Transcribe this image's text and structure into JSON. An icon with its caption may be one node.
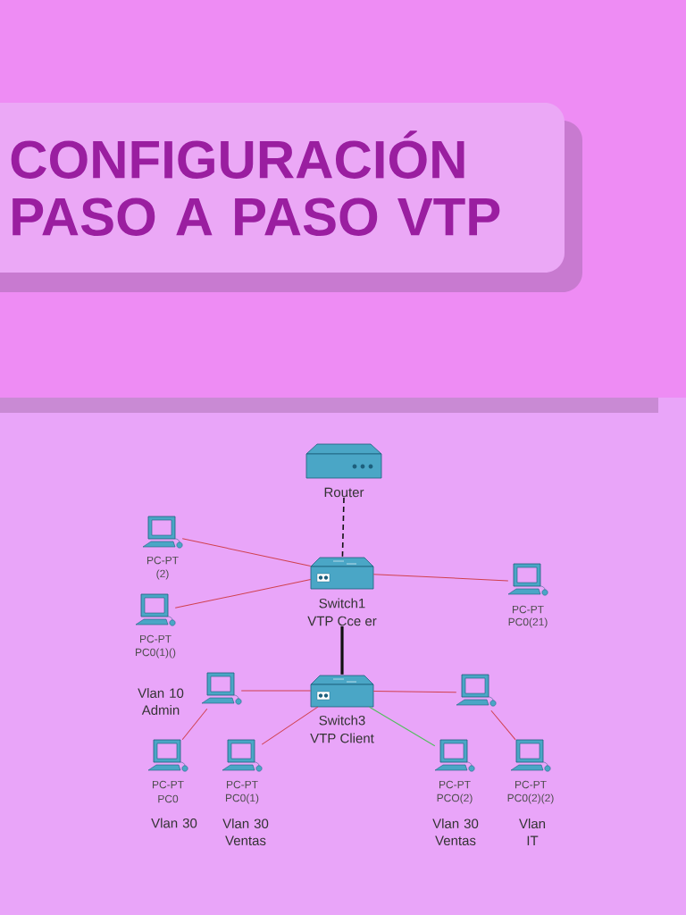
{
  "diagram": {
    "title": "CONFIGURACIÓN PASO A PASO VTP",
    "nodes": [
      {
        "text": [
          "Router"
        ]
      },
      {
        "text": [
          "PC-PT",
          "(2)"
        ]
      },
      {
        "text": [
          "Switch1",
          "VTP Cce er"
        ]
      },
      {
        "text": [
          "PC-PT",
          "PC0(21)"
        ]
      },
      {
        "text": [
          "PC-PT",
          "PC0(1)()"
        ]
      },
      {
        "text": [],
        "shape": "computer",
        "beside": [
          "Vlan 10 Admin"
        ]
      },
      {
        "text": [
          "Switch3",
          "VTP Client"
        ]
      },
      {
        "text": [],
        "shape": "computer"
      },
      {
        "text": [
          "PC-PT",
          "PC0"
        ],
        "beside": [
          "Vlan 30"
        ]
      },
      {
        "text": [
          "PC-PT",
          "PC0(1)"
        ],
        "beside": [
          "Vlan 30 Ventas"
        ]
      },
      {
        "text": [
          "PC-PT",
          "PCO(2)"
        ],
        "beside": [
          "Vlan 30 Ventas"
        ]
      },
      {
        "text": [
          "PC-PT",
          "PC0(2)(2)"
        ],
        "beside": [
          "Vlan IT"
        ]
      }
    ],
    "edges": [
      {
        "from": 0,
        "to": 2,
        "arrow": "none",
        "style": "dashed",
        "color": "#111111"
      },
      {
        "from": 1,
        "to": 2,
        "arrow": "none"
      },
      {
        "from": 4,
        "to": 2,
        "arrow": "none"
      },
      {
        "from": 2,
        "to": 3,
        "arrow": "none"
      },
      {
        "from": 2,
        "to": 6,
        "arrow": "none",
        "style": "thick",
        "color": "#111111"
      },
      {
        "from": 5,
        "to": 6,
        "arrow": "none"
      },
      {
        "from": 5,
        "to": 8,
        "arrow": "none"
      },
      {
        "from": 6,
        "to": 9,
        "arrow": "none"
      },
      {
        "from": 6,
        "to": 7,
        "arrow": "none"
      },
      {
        "from": 6,
        "to": 10,
        "arrow": "none",
        "color": "#4fbf5a"
      },
      {
        "from": 7,
        "to": 11,
        "arrow": "none"
      }
    ]
  }
}
